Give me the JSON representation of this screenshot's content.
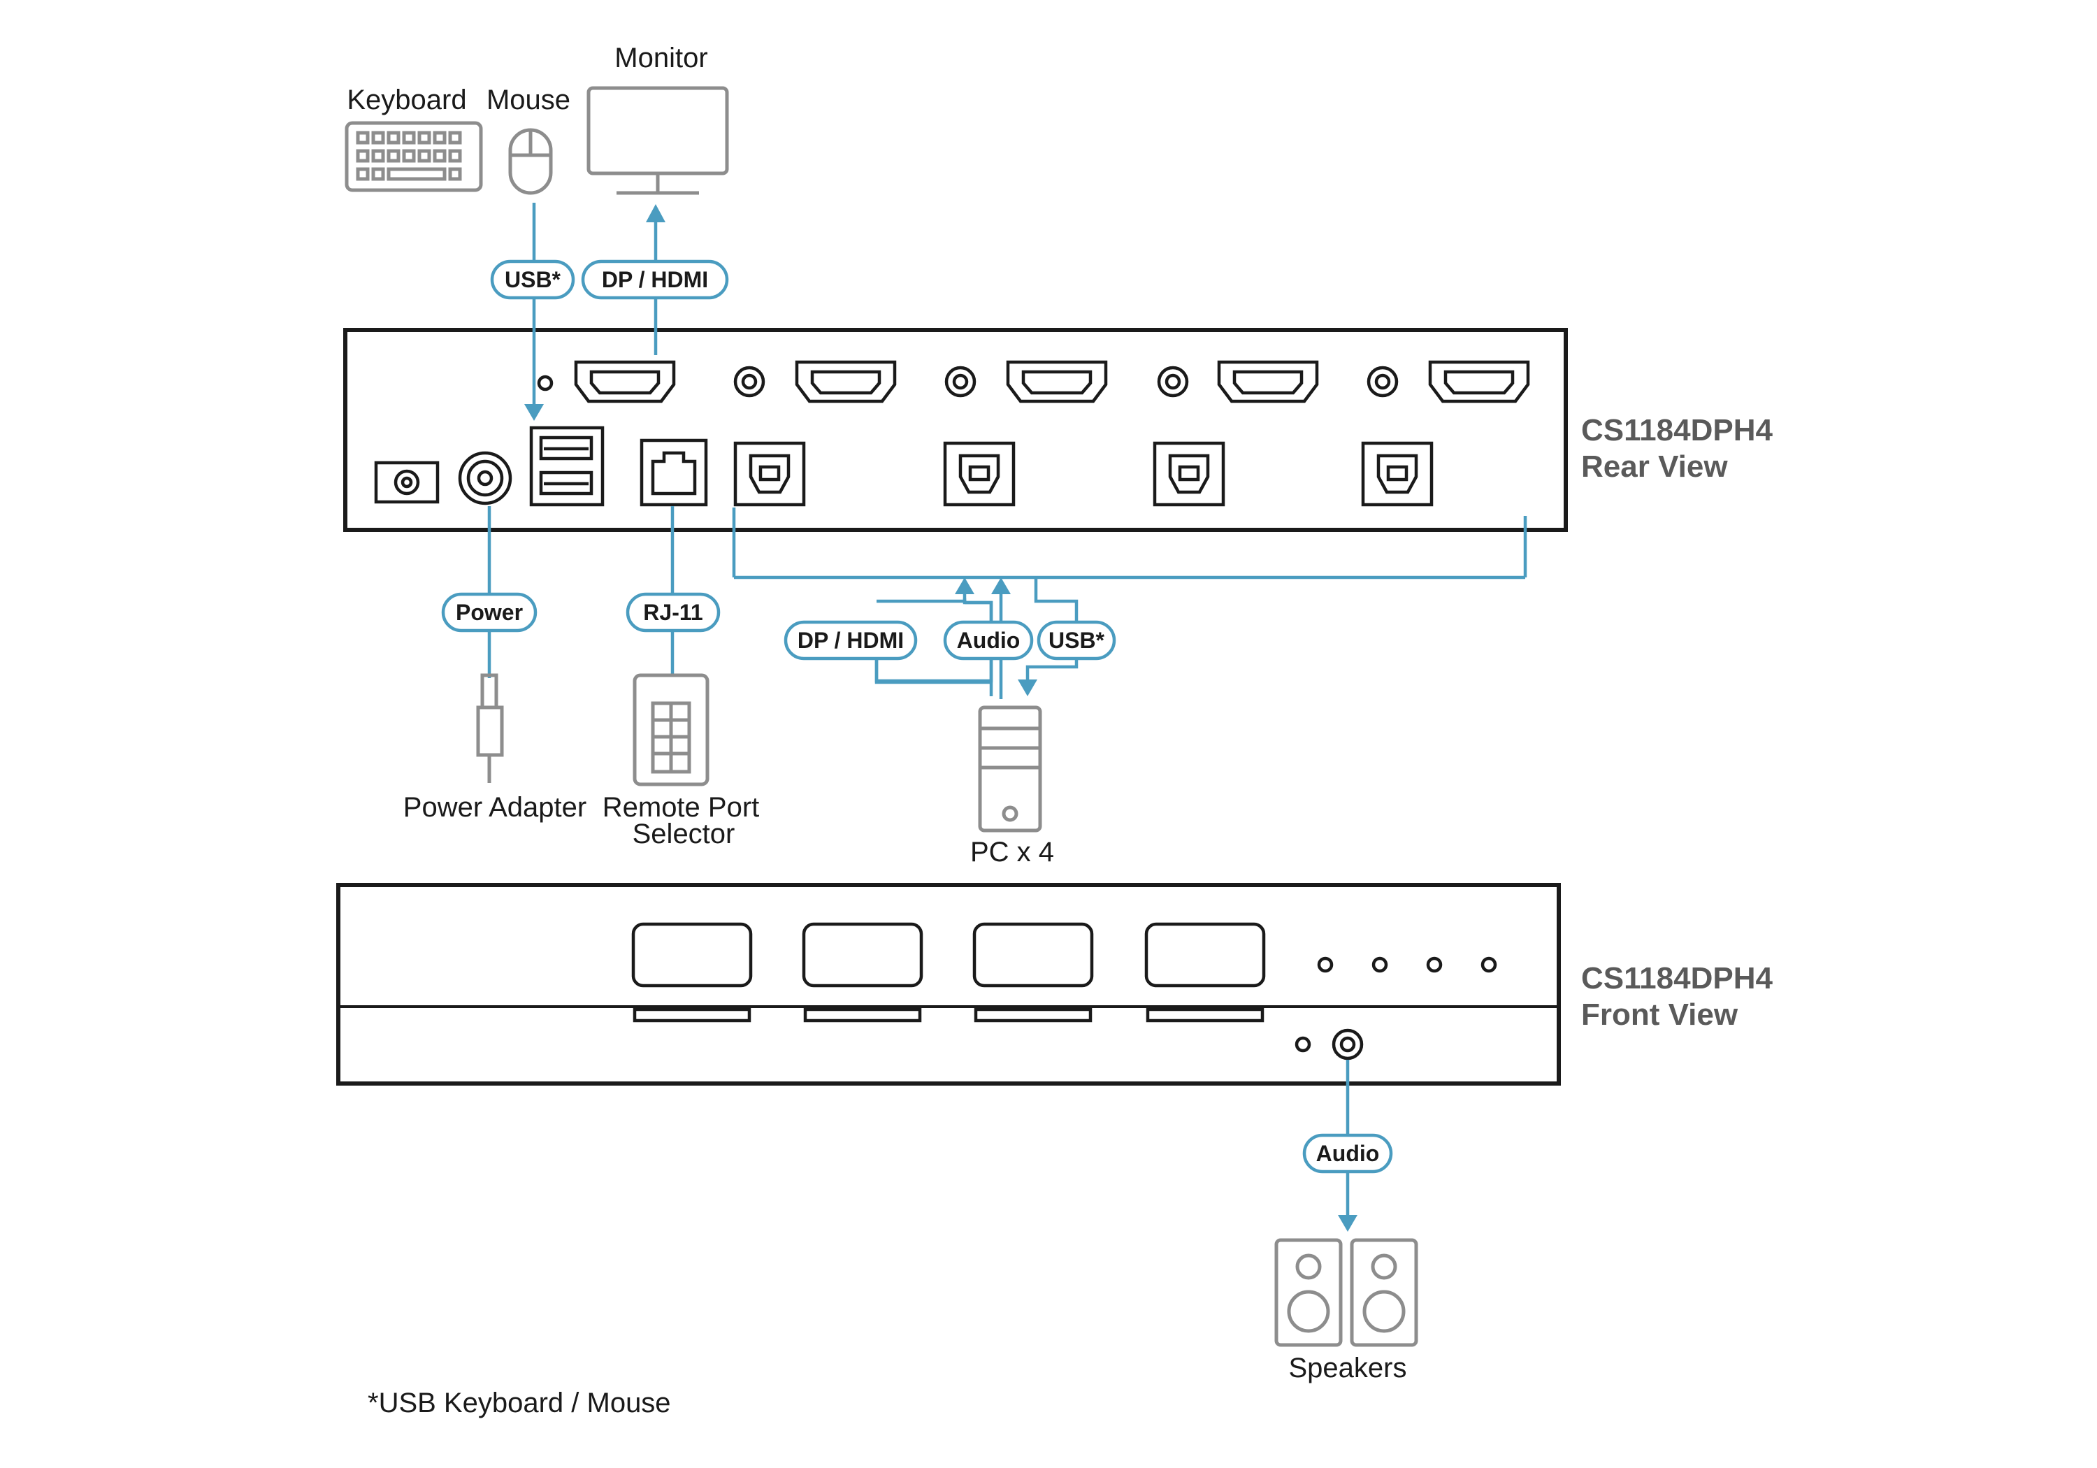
{
  "devices": {
    "keyboard": "Keyboard",
    "mouse": "Mouse",
    "monitor": "Monitor",
    "power_adapter": "Power Adapter",
    "remote_port_selector_line1": "Remote Port",
    "remote_port_selector_line2": "Selector",
    "pc": "PC x 4",
    "speakers": "Speakers"
  },
  "cables": {
    "usb_kbm": "USB*",
    "dp_hdmi_monitor": "DP / HDMI",
    "power": "Power",
    "rj11": "RJ-11",
    "dp_hdmi_pc": "DP / HDMI",
    "audio_pc": "Audio",
    "usb_pc": "USB*",
    "audio_speakers": "Audio"
  },
  "units": {
    "rear_model": "CS1184DPH4",
    "rear_view": "Rear View",
    "front_model": "CS1184DPH4",
    "front_view": "Front View"
  },
  "footnote": "*USB Keyboard / Mouse",
  "colors": {
    "cable": "#4a9cc0",
    "device_outline": "#8d8d8d",
    "unit_outline": "#1a1a1a",
    "title_text": "#5a5a5a"
  }
}
